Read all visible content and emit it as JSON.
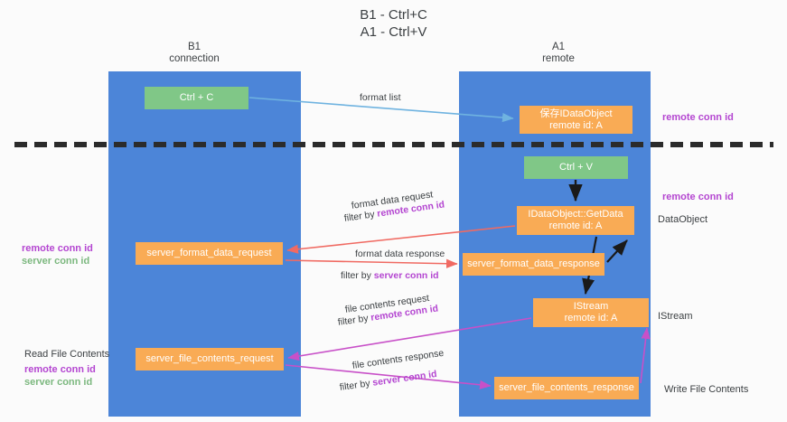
{
  "title": "B1 - Ctrl+C\nA1 - Ctrl+V",
  "lanes": {
    "left": {
      "header": "B1\nconnection",
      "color": "#4c85d8"
    },
    "right": {
      "header": "A1\nremote",
      "color": "#4c85d8"
    }
  },
  "boxes": {
    "ctrl_c": "Ctrl + C",
    "ctrl_v": "Ctrl + V",
    "idataobject": "保存IDataObject\nremote id: A",
    "getdata": "IDataObject::GetData\nremote id: A",
    "istream": "IStream\nremote id: A",
    "server_format_data_request": "server_format_data_request",
    "server_format_data_response": "server_format_data_response",
    "server_file_contents_request": "server_file_contents_request",
    "server_file_contents_response": "server_file_contents_response"
  },
  "edges": {
    "format_list": "format list",
    "format_data_request": "format data request",
    "format_data_request_filter_prefix": "filter by ",
    "format_data_request_filter_key": "remote conn id",
    "format_data_response": "format data response",
    "format_data_response_filter_prefix": "filter by ",
    "format_data_response_filter_key": "server conn id",
    "file_contents_request": "file contents request",
    "file_contents_request_filter_prefix": "filter by ",
    "file_contents_request_filter_key": "remote conn id",
    "file_contents_response": "file contents response",
    "file_contents_response_filter_prefix": "filter by ",
    "file_contents_response_filter_key": "server conn id"
  },
  "notes": {
    "remote_conn_id_top": "remote conn id",
    "remote_conn_id_mid": "remote conn id",
    "dataobject": "DataObject",
    "istream": "IStream",
    "write_file_contents": "Write File Contents",
    "read_file_contents": "Read File Contents",
    "left_remote_conn_id": "remote conn id",
    "left_server_conn_id": "server conn id",
    "left_remote_conn_id_2": "remote conn id",
    "left_server_conn_id_2": "server conn id"
  },
  "colors": {
    "lane": "#4c85d8",
    "green_box": "#80c787",
    "orange_box": "#f9ab55",
    "purple_text": "#b446d1",
    "green_text": "#7cb87f",
    "arrow_blue": "#6fb3e0",
    "arrow_red": "#f06a62",
    "arrow_magenta": "#c850c8",
    "arrow_dark": "#1a1a1a",
    "divider": "#2b2b2b",
    "background": "#fbfbfb"
  }
}
